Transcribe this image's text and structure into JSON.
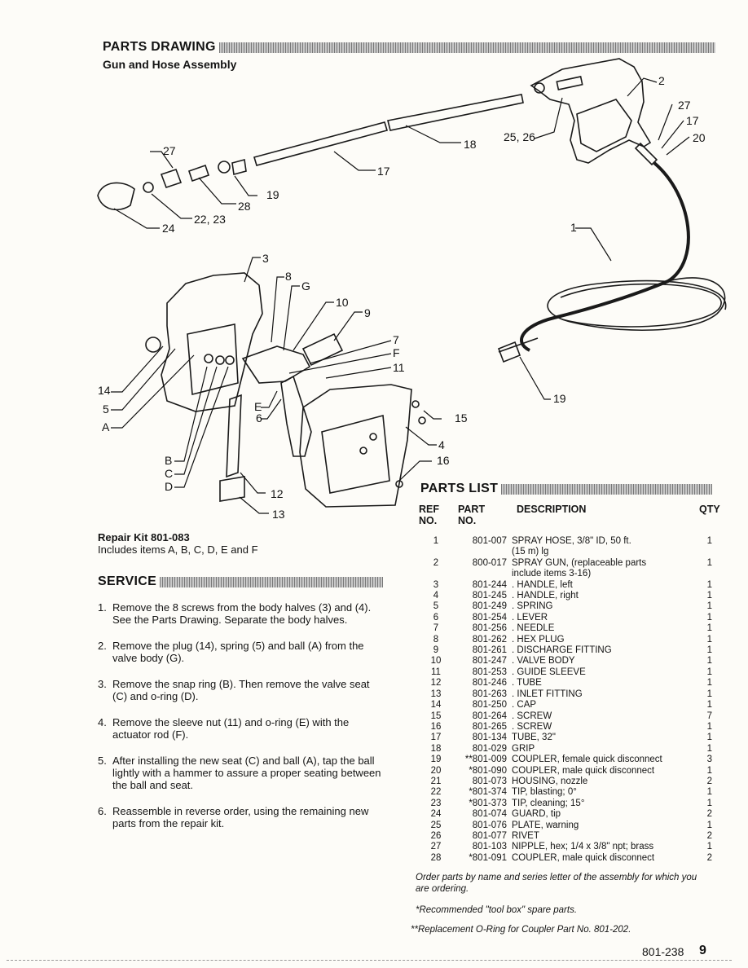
{
  "parts_drawing": {
    "title": "PARTS DRAWING",
    "subtitle": "Gun and Hose Assembly"
  },
  "callouts": [
    "1",
    "2",
    "3",
    "4",
    "5",
    "6",
    "7",
    "8",
    "9",
    "10",
    "11",
    "12",
    "13",
    "14",
    "15",
    "16",
    "17",
    "18",
    "19",
    "20",
    "22, 23",
    "24",
    "25, 26",
    "27",
    "28",
    "A",
    "B",
    "C",
    "D",
    "E",
    "F",
    "G"
  ],
  "repair_kit": {
    "title": "Repair Kit 801-083",
    "description": "Includes items A, B, C, D, E and F"
  },
  "service": {
    "title": "SERVICE",
    "steps": [
      {
        "num": "1.",
        "text": "Remove the 8 screws from the body halves (3) and (4). See the Parts Drawing. Separate the body halves."
      },
      {
        "num": "2.",
        "text": "Remove the plug (14), spring (5) and ball (A) from the valve body (G)."
      },
      {
        "num": "3.",
        "text": "Remove the snap ring (B). Then remove the valve seat (C) and o-ring (D)."
      },
      {
        "num": "4.",
        "text": "Remove the sleeve nut (11) and o-ring (E) with the actuator rod (F)."
      },
      {
        "num": "5.",
        "text": "After installing the new seat (C) and ball (A), tap the ball lightly with a hammer to assure a proper seating between the ball and seat."
      },
      {
        "num": "6.",
        "text": "Reassemble in reverse order, using the remaining new parts from the repair kit."
      }
    ]
  },
  "parts_list": {
    "title": "PARTS LIST",
    "headers": {
      "ref": "REF NO.",
      "part": "PART NO.",
      "desc": "DESCRIPTION",
      "qty": "QTY"
    },
    "rows": [
      {
        "ref": "1",
        "part": "801-007",
        "desc": "SPRAY HOSE, 3/8\" ID, 50 ft.",
        "desc2": "(15 m) lg",
        "qty": "1"
      },
      {
        "ref": "2",
        "part": "800-017",
        "desc": "SPRAY GUN, (replaceable parts",
        "desc2": "include items 3-16)",
        "qty": "1"
      },
      {
        "ref": "3",
        "part": "801-244",
        "desc": ". HANDLE, left",
        "qty": "1"
      },
      {
        "ref": "4",
        "part": "801-245",
        "desc": ". HANDLE, right",
        "qty": "1"
      },
      {
        "ref": "5",
        "part": "801-249",
        "desc": ". SPRING",
        "qty": "1"
      },
      {
        "ref": "6",
        "part": "801-254",
        "desc": ". LEVER",
        "qty": "1"
      },
      {
        "ref": "7",
        "part": "801-256",
        "desc": ". NEEDLE",
        "qty": "1"
      },
      {
        "ref": "8",
        "part": "801-262",
        "desc": ". HEX PLUG",
        "qty": "1"
      },
      {
        "ref": "9",
        "part": "801-261",
        "desc": ". DISCHARGE FITTING",
        "qty": "1"
      },
      {
        "ref": "10",
        "part": "801-247",
        "desc": ". VALVE BODY",
        "qty": "1"
      },
      {
        "ref": "11",
        "part": "801-253",
        "desc": ". GUIDE SLEEVE",
        "qty": "1"
      },
      {
        "ref": "12",
        "part": "801-246",
        "desc": ". TUBE",
        "qty": "1"
      },
      {
        "ref": "13",
        "part": "801-263",
        "desc": ". INLET FITTING",
        "qty": "1"
      },
      {
        "ref": "14",
        "part": "801-250",
        "desc": ". CAP",
        "qty": "1"
      },
      {
        "ref": "15",
        "part": "801-264",
        "desc": ". SCREW",
        "qty": "7"
      },
      {
        "ref": "16",
        "part": "801-265",
        "desc": ". SCREW",
        "qty": "1"
      },
      {
        "ref": "17",
        "part": "801-134",
        "desc": "TUBE, 32\"",
        "qty": "1"
      },
      {
        "ref": "18",
        "part": "801-029",
        "desc": "GRIP",
        "qty": "1"
      },
      {
        "ref": "19",
        "part": "**801-009",
        "desc": "COUPLER, female quick disconnect",
        "qty": "3"
      },
      {
        "ref": "20",
        "part": "*801-090",
        "desc": "COUPLER, male quick disconnect",
        "qty": "1"
      },
      {
        "ref": "21",
        "part": "801-073",
        "desc": "HOUSING, nozzle",
        "qty": "2"
      },
      {
        "ref": "22",
        "part": "*801-374",
        "desc": "TIP, blasting; 0°",
        "qty": "1"
      },
      {
        "ref": "23",
        "part": "*801-373",
        "desc": "TIP, cleaning; 15°",
        "qty": "1"
      },
      {
        "ref": "24",
        "part": "801-074",
        "desc": "GUARD, tip",
        "qty": "2"
      },
      {
        "ref": "25",
        "part": "801-076",
        "desc": "PLATE, warning",
        "qty": "1"
      },
      {
        "ref": "26",
        "part": "801-077",
        "desc": "RIVET",
        "qty": "2"
      },
      {
        "ref": "27",
        "part": "801-103",
        "desc": "NIPPLE, hex; 1/4 x 3/8\" npt; brass",
        "qty": "1"
      },
      {
        "ref": "28",
        "part": "*801-091",
        "desc": "COUPLER, male quick disconnect",
        "qty": "2"
      }
    ],
    "order_note": "Order parts by name and series letter of the assembly for which you are ordering.",
    "footnote_1": "*Recommended \"tool box\" spare parts.",
    "footnote_2": "**Replacement O-Ring for Coupler Part No. 801-202."
  },
  "footer": {
    "doc_number": "801-238",
    "page_number": "9"
  }
}
